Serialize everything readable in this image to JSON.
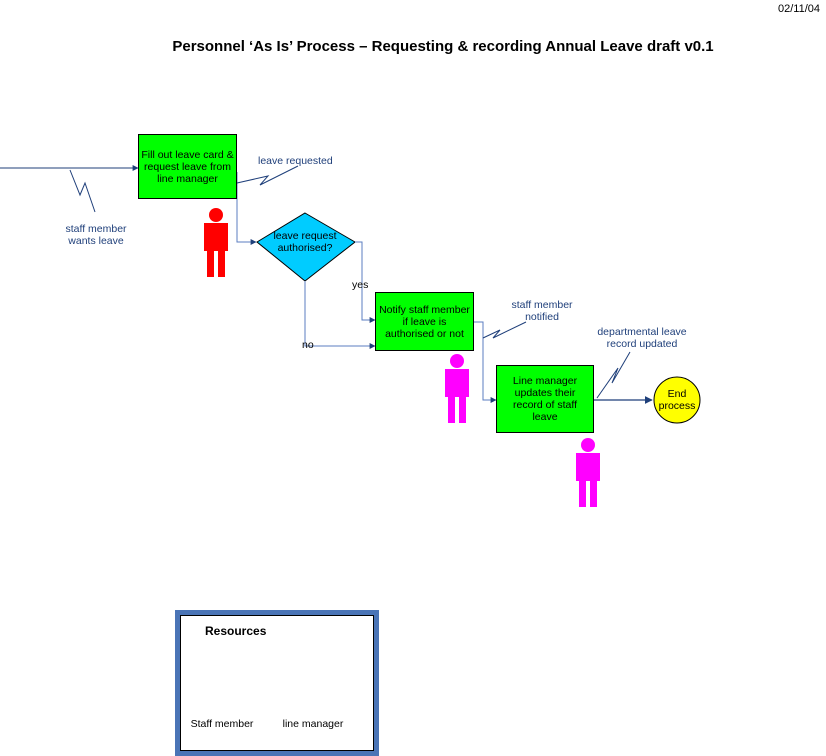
{
  "header": {
    "date": "02/11/04",
    "title": "Personnel ‘As Is’ Process – Requesting & recording Annual Leave draft v0.1"
  },
  "steps": {
    "fill_card": "Fill out leave card & request leave from line manager",
    "decision": "leave request authorised?",
    "notify": "Notify staff member if leave is authorised or not",
    "update": "Line manager updates their record of staff leave",
    "end": "End process"
  },
  "annotations": {
    "start": "staff member wants leave",
    "leave_requested": "leave requested",
    "staff_notified": "staff member notified",
    "dept_record": "departmental leave record updated"
  },
  "flow_labels": {
    "yes": "yes",
    "no": "no"
  },
  "resources": {
    "title": "Resources",
    "staff": "Staff member",
    "manager": "line manager"
  },
  "colors": {
    "process_box": "#00ff00",
    "decision": "#00ccff",
    "end": "#ffff00",
    "staff_member": "#ff0000",
    "line_manager": "#ff00ff",
    "connector": "#2f5597",
    "annotation_text": "#1f3f7a",
    "resources_frame": "#4a74b6"
  }
}
